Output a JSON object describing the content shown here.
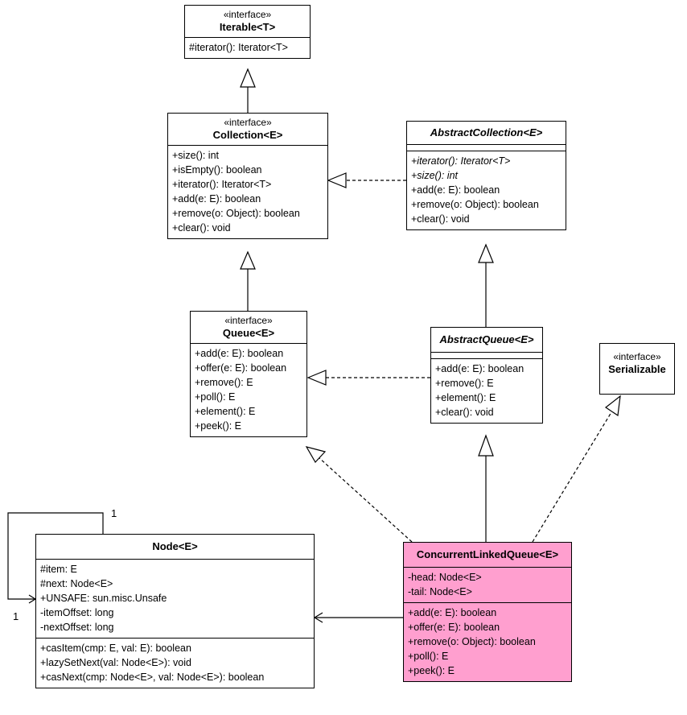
{
  "classes": {
    "iterable": {
      "stereotype": "«interface»",
      "name": "Iterable<T>",
      "methods": [
        "#iterator(): Iterator<T>"
      ]
    },
    "collection": {
      "stereotype": "«interface»",
      "name": "Collection<E>",
      "methods": [
        "+size(): int",
        "+isEmpty(): boolean",
        "+iterator(): Iterator<T>",
        "+add(e: E): boolean",
        "+remove(o: Object): boolean",
        "+clear(): void"
      ]
    },
    "abstract_collection": {
      "name": "AbstractCollection<E>",
      "methods": [
        "+iterator(): Iterator<T>",
        "+size(): int",
        "+add(e: E): boolean",
        "+remove(o: Object): boolean",
        "+clear(): void"
      ]
    },
    "queue": {
      "stereotype": "«interface»",
      "name": "Queue<E>",
      "methods": [
        "+add(e: E): boolean",
        "+offer(e: E): boolean",
        "+remove(): E",
        "+poll(): E",
        "+element(): E",
        "+peek(): E"
      ]
    },
    "abstract_queue": {
      "name": "AbstractQueue<E>",
      "methods": [
        "+add(e: E): boolean",
        "+remove(): E",
        "+element(): E",
        "+clear(): void"
      ]
    },
    "serializable": {
      "stereotype": "«interface»",
      "name": "Serializable"
    },
    "node": {
      "name": "Node<E>",
      "fields": [
        "#item: E",
        "#next: Node<E>",
        "+UNSAFE: sun.misc.Unsafe",
        "-itemOffset: long",
        "-nextOffset: long"
      ],
      "methods": [
        "+casItem(cmp: E, val: E): boolean",
        "+lazySetNext(val: Node<E>): void",
        "+casNext(cmp: Node<E>, val: Node<E>): boolean"
      ]
    },
    "clq": {
      "name": "ConcurrentLinkedQueue<E>",
      "fields": [
        "-head: Node<E>",
        "-tail: Node<E>"
      ],
      "methods": [
        "+add(e: E): boolean",
        "+offer(e: E): boolean",
        "+remove(o: Object): boolean",
        "+poll(): E",
        "+peek(): E"
      ]
    }
  },
  "multiplicities": {
    "self_top": "1",
    "self_left": "1"
  },
  "colors": {
    "highlight": "#ff9fcf",
    "line": "#000000"
  }
}
